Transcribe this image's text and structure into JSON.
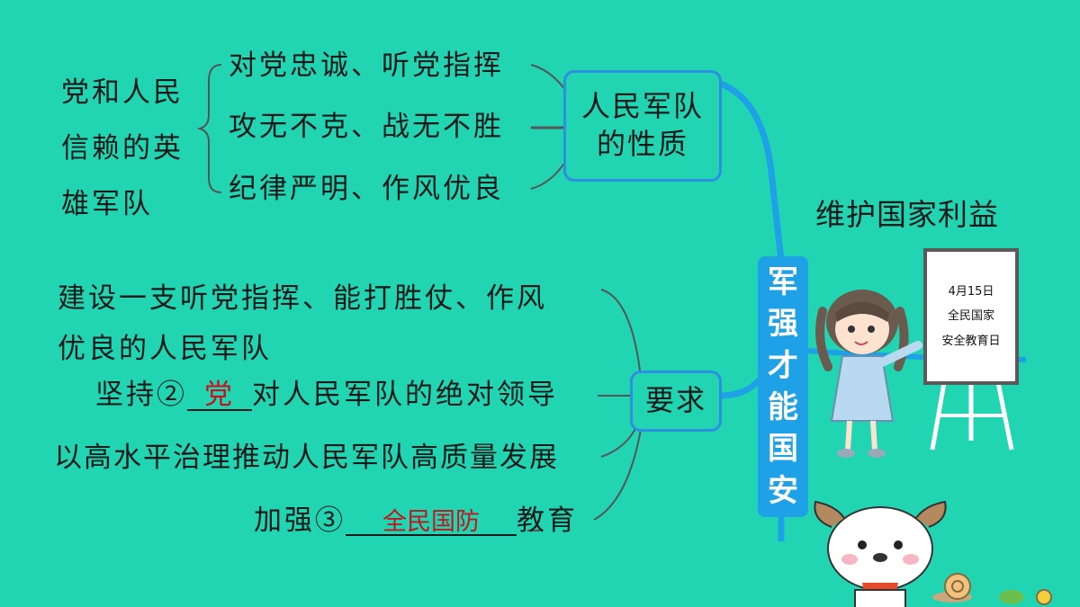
{
  "section1": {
    "left_label": [
      "党和人民",
      "信赖的英",
      "雄军队"
    ],
    "items": [
      "对党忠诚、听党指挥",
      "攻无不克、战无不胜",
      "纪律严明、作风优良"
    ],
    "box_title": [
      "人民军队",
      "的性质"
    ]
  },
  "central": {
    "title_chars": [
      "军",
      "强",
      "才",
      "能",
      "国",
      "安"
    ]
  },
  "right": {
    "heading": "维护国家利益",
    "board_lines": [
      "4月15日",
      "全民国家",
      "安全教育日"
    ]
  },
  "section2": {
    "box_title": "要求",
    "item1": [
      "建设一支听党指挥、能打胜仗、作风",
      "优良的人民军队"
    ],
    "item2": {
      "prefix": "坚持②",
      "answer": "党",
      "suffix": "对人民军队的绝对领导"
    },
    "item3": "以高水平治理推动人民军队高质量发展",
    "item4": {
      "prefix": "加强③",
      "answer": "全民国防",
      "suffix": "教育"
    }
  },
  "colors": {
    "background": "#21d5b3",
    "accent": "#1ea1e6",
    "answer": "#c4141d"
  }
}
